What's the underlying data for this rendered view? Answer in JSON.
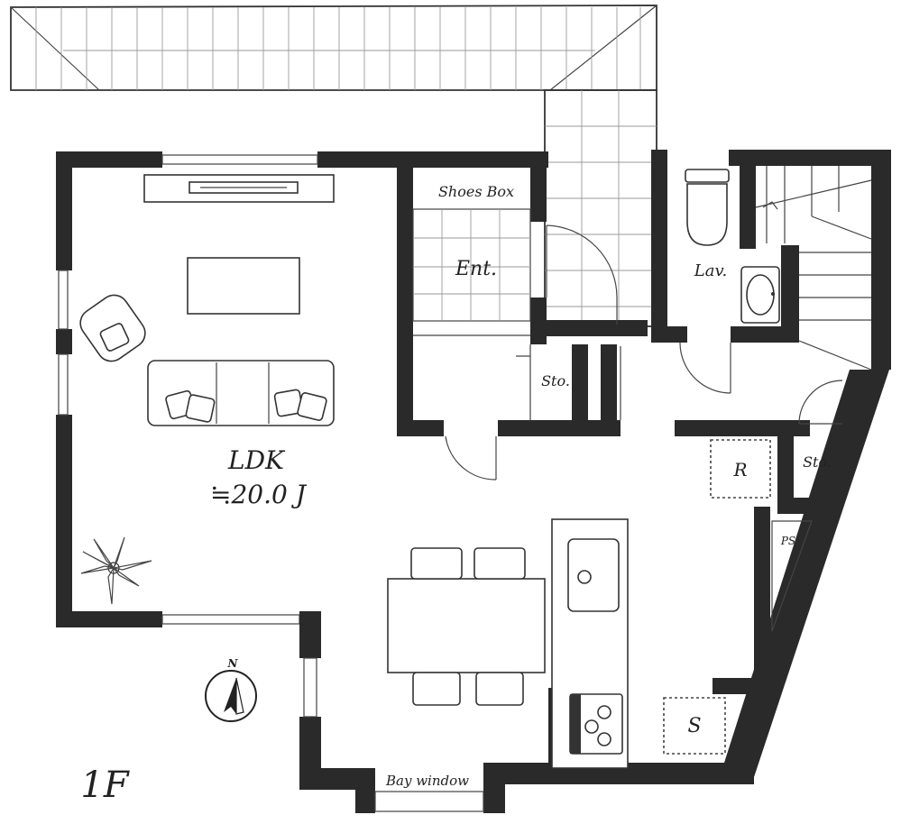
{
  "floor": "1F",
  "rooms": {
    "ldk_name": "LDK",
    "ldk_size": "≒20.0 J",
    "entrance": "Ent.",
    "shoes_box": "Shoes Box",
    "lavatory": "Lav.",
    "storage_hall": "Sto.",
    "storage_right": "Sto.",
    "refrigerator": "R",
    "pipe_space": "PS",
    "s_space": "S",
    "bay_window": "Bay window"
  },
  "compass": {
    "north_label": "N"
  }
}
